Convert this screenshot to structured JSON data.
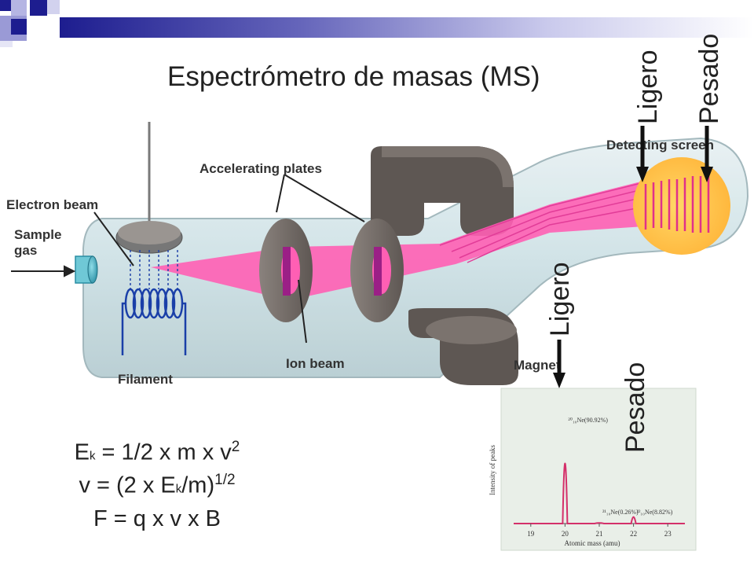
{
  "title": "Espectrómetro de masas (MS)",
  "annotations": {
    "ligero_top": "Ligero",
    "pesado_top": "Pesado",
    "ligero_mid": "Ligero",
    "pesado_mid": "Pesado"
  },
  "diagram_labels": {
    "detecting_screen": "Detecting screen",
    "accelerating_plates": "Accelerating plates",
    "electron_beam": "Electron beam",
    "sample_gas_1": "Sample",
    "sample_gas_2": "gas",
    "ion_beam": "Ion beam",
    "filament": "Filament",
    "magnet": "Magnet"
  },
  "formulas": {
    "f1": {
      "a": "E",
      "k": "k",
      "b": " = 1/2 x m x v",
      "sup": "2"
    },
    "f2": {
      "a": "v = (2 x E",
      "k": "k",
      "b": "/m)",
      "sup": "1/2"
    },
    "f3": "F = q x v x B"
  },
  "colors": {
    "ion_beam": "#ff5fb4",
    "magnet": "#5e5753",
    "tube": "#cfe2e6",
    "screen": "#ffc44d",
    "coil": "#1a3fa8"
  },
  "chart_data": {
    "type": "line",
    "title": "",
    "xlabel": "Atomic mass (amu)",
    "ylabel": "Intensity of peaks",
    "xlim": [
      18.5,
      23.5
    ],
    "ylim": [
      0,
      100
    ],
    "x_ticks": [
      19,
      20,
      21,
      22,
      23
    ],
    "peaks": [
      {
        "x": 20,
        "y": 90.92,
        "label": "²⁰₁₀Ne(90.92%)"
      },
      {
        "x": 21,
        "y": 0.26,
        "label": "²¹₁₀Ne(0.26%)"
      },
      {
        "x": 22,
        "y": 8.82,
        "label": "²²₁₀Ne(8.82%)"
      }
    ]
  }
}
